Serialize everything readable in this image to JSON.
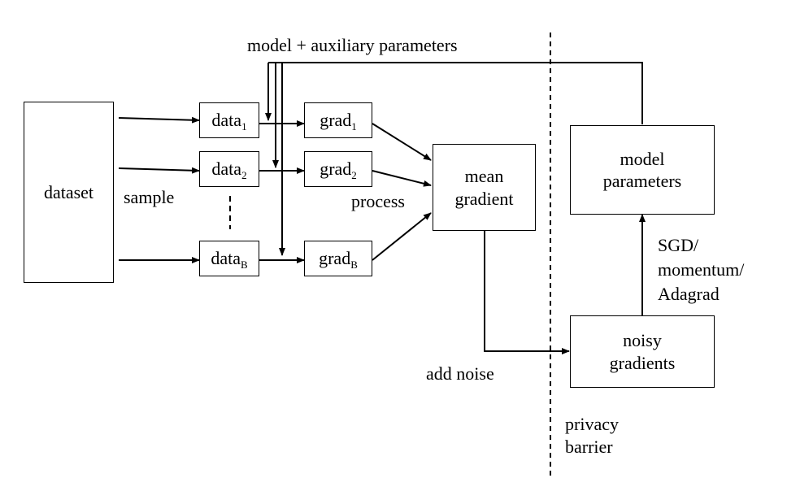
{
  "top_label": "model + auxiliary parameters",
  "dataset": "dataset",
  "sample": "sample",
  "process": "process",
  "add_noise": "add noise",
  "data_prefix": "data",
  "grad_prefix": "grad",
  "subs": [
    "1",
    "2",
    "B"
  ],
  "mean_gradient": [
    "mean",
    "gradient"
  ],
  "model_parameters": [
    "model",
    "parameters"
  ],
  "noisy_gradients": [
    "noisy",
    "gradients"
  ],
  "optimizer": [
    "SGD/",
    "momentum/",
    "Adagrad"
  ],
  "privacy_barrier": [
    "privacy",
    "barrier"
  ],
  "colors": {
    "line": "#000000",
    "background": "#ffffff"
  }
}
